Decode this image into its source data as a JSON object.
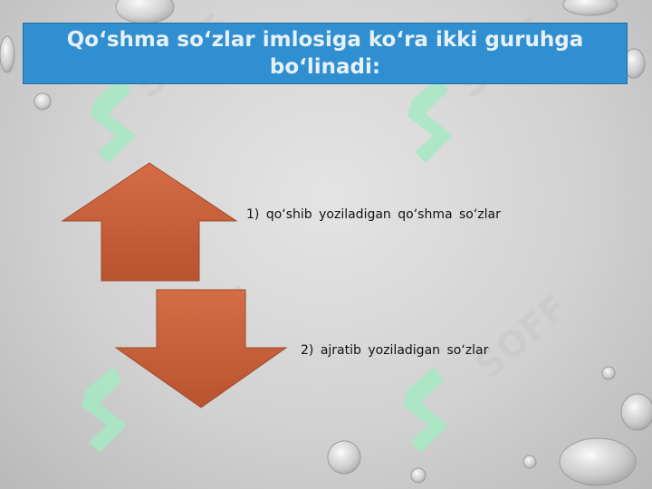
{
  "title": "Qo‘shma so‘zlar imlosiga ko‘ra ikki guruhga bo‘linadi:",
  "items": [
    {
      "number": "1)",
      "text": "qo‘shib yoziladigan qo‘shma so‘zlar"
    },
    {
      "number": "2)",
      "text": "ajratib yoziladigan so‘zlar"
    }
  ],
  "watermark": "SOFF",
  "colors": {
    "title_bg": "#2f8fd0",
    "arrow_fill": "#c8623d",
    "watermark": "#a6e8c4"
  },
  "icons": [
    "up-arrow-shape",
    "down-arrow-shape",
    "soff-watermark-logo",
    "water-drop"
  ]
}
